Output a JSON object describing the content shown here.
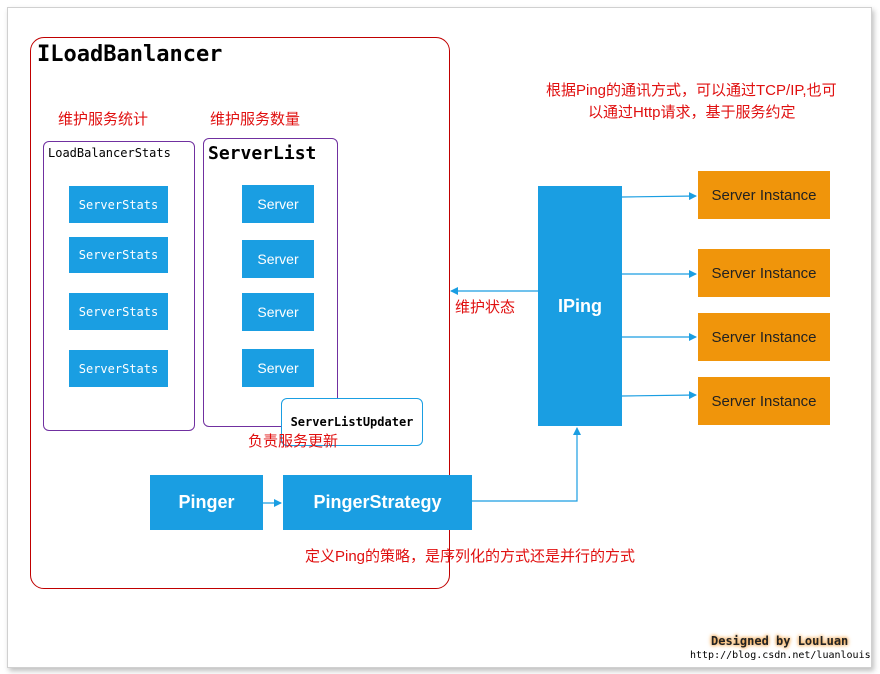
{
  "load_balancer": {
    "title": "ILoadBanlancer",
    "stats_section_label": "维护服务统计",
    "stats_box_title": "LoadBalancerStats",
    "server_stats": [
      "ServerStats",
      "ServerStats",
      "ServerStats",
      "ServerStats"
    ],
    "server_list_section_label": "维护服务数量",
    "server_list_title": "ServerList",
    "servers": [
      "Server",
      "Server",
      "Server",
      "Server"
    ],
    "updater_label": "ServerListUpdater",
    "updater_note": "负责服务更新",
    "pinger_label": "Pinger",
    "pinger_strategy_label": "PingerStrategy",
    "strategy_note": "定义Ping的策略，是序列化的方式还是并行的方式"
  },
  "iping": {
    "label": "IPing",
    "maintain_state_label": "维护状态",
    "note_line1": "根据Ping的通讯方式，可以通过TCP/IP,也可",
    "note_line2": "以通过Http请求，基于服务约定"
  },
  "instances": [
    "Server Instance",
    "Server Instance",
    "Server Instance",
    "Server Instance"
  ],
  "credit": {
    "designed_by": "Designed by LouLuan",
    "url": "http://blog.csdn.net/luanlouis"
  },
  "colors": {
    "blue_box": "#1a9ee2",
    "orange_box": "#f0950b",
    "outer_border": "#c00000",
    "group_border": "#7030a0",
    "note_text": "#e01010"
  }
}
